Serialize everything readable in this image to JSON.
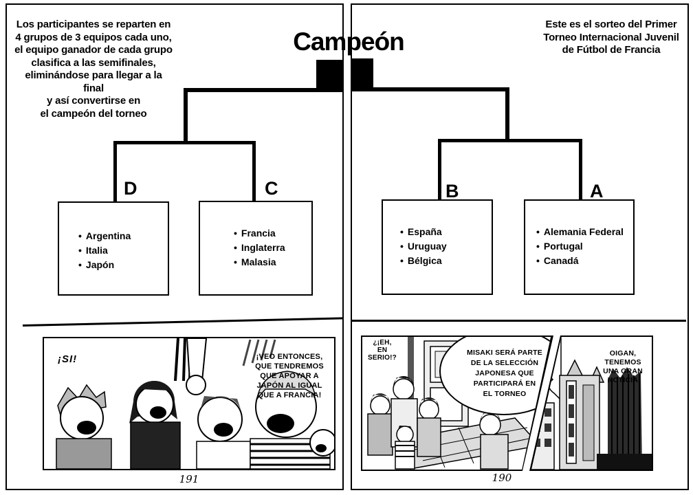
{
  "title": "Campeón",
  "bullet_char": "•",
  "colors": {
    "ink": "#000000",
    "paper": "#ffffff"
  },
  "left_page": {
    "page_number": "191",
    "intro_lines": [
      "Los participantes se reparten en",
      "4 grupos de 3 equipos cada uno,",
      "el equipo ganador de cada grupo",
      "clasifica a las semifinales,",
      "eliminándose para llegar a la final",
      "y así convertirse en",
      "el campeón del torneo"
    ],
    "groups": [
      {
        "letter": "D",
        "teams": [
          "Argentina",
          "Italia",
          "Japón"
        ]
      },
      {
        "letter": "C",
        "teams": [
          "Francia",
          "Inglaterra",
          "Malasia"
        ]
      }
    ],
    "panel": {
      "shout": "¡SI!",
      "dialogue": [
        "¡VEO ENTONCES,",
        "QUE TENDREMOS",
        "QUE APOYAR A",
        "JAPÓN AL IGUAL",
        "QUE A FRANCIA!"
      ]
    }
  },
  "right_page": {
    "page_number": "190",
    "intro_lines": [
      "Este es el sorteo del Primer",
      "Torneo Internacional Juvenil",
      "de Fútbol de Francia"
    ],
    "groups": [
      {
        "letter": "B",
        "teams": [
          "España",
          "Uruguay",
          "Bélgica"
        ]
      },
      {
        "letter": "A",
        "teams": [
          "Alemania Federal",
          "Portugal",
          "Canadá"
        ]
      }
    ],
    "panel_interior": {
      "shout": [
        "¿¡EH,",
        "EN",
        "SERIO!?"
      ],
      "bubble": [
        "MISAKI SERÁ PARTE",
        "DE LA SELECCIÓN",
        "JAPONESA QUE",
        "PARTICIPARÁ EN",
        "EL TORNEO"
      ]
    },
    "panel_street": {
      "dialogue": [
        "OIGAN,",
        "TENEMOS",
        "UNA GRAN",
        "NOTICIA"
      ]
    }
  }
}
